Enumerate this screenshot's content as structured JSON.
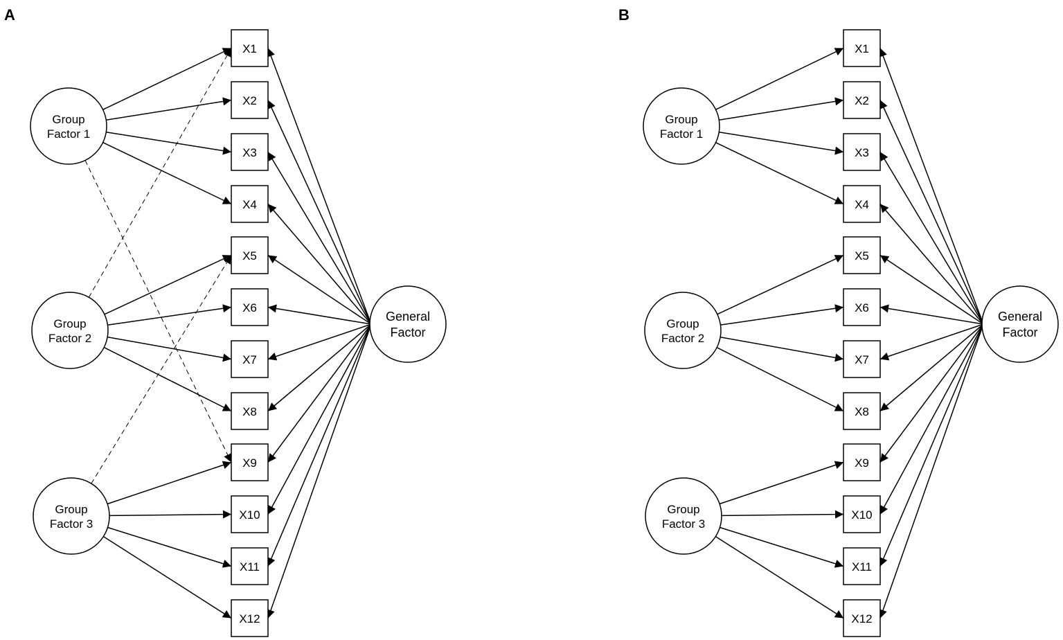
{
  "panels": [
    {
      "letter": "A",
      "group_factors": [
        {
          "label_1": "Group",
          "label_2": "Factor 1"
        },
        {
          "label_1": "Group",
          "label_2": "Factor 2"
        },
        {
          "label_1": "Group",
          "label_2": "Factor 3"
        }
      ],
      "general_factor": {
        "label_1": "General",
        "label_2": "Factor"
      },
      "indicators": [
        "X1",
        "X2",
        "X3",
        "X4",
        "X5",
        "X6",
        "X7",
        "X8",
        "X9",
        "X10",
        "X11",
        "X12"
      ],
      "group_loadings": [
        {
          "from": 0,
          "to": [
            0,
            1,
            2,
            3
          ]
        },
        {
          "from": 1,
          "to": [
            4,
            5,
            6,
            7
          ]
        },
        {
          "from": 2,
          "to": [
            8,
            9,
            10,
            11
          ]
        }
      ],
      "cross_loadings": [
        {
          "from": 0,
          "to": 8
        },
        {
          "from": 1,
          "to": 0
        },
        {
          "from": 2,
          "to": 4
        }
      ]
    },
    {
      "letter": "B",
      "group_factors": [
        {
          "label_1": "Group",
          "label_2": "Factor 1"
        },
        {
          "label_1": "Group",
          "label_2": "Factor 2"
        },
        {
          "label_1": "Group",
          "label_2": "Factor 3"
        }
      ],
      "general_factor": {
        "label_1": "General",
        "label_2": "Factor"
      },
      "indicators": [
        "X1",
        "X2",
        "X3",
        "X4",
        "X5",
        "X6",
        "X7",
        "X8",
        "X9",
        "X10",
        "X11",
        "X12"
      ],
      "group_loadings": [
        {
          "from": 0,
          "to": [
            0,
            1,
            2,
            3
          ]
        },
        {
          "from": 1,
          "to": [
            4,
            5,
            6,
            7
          ]
        },
        {
          "from": 2,
          "to": [
            8,
            9,
            10,
            11
          ]
        }
      ],
      "cross_loadings": []
    }
  ]
}
